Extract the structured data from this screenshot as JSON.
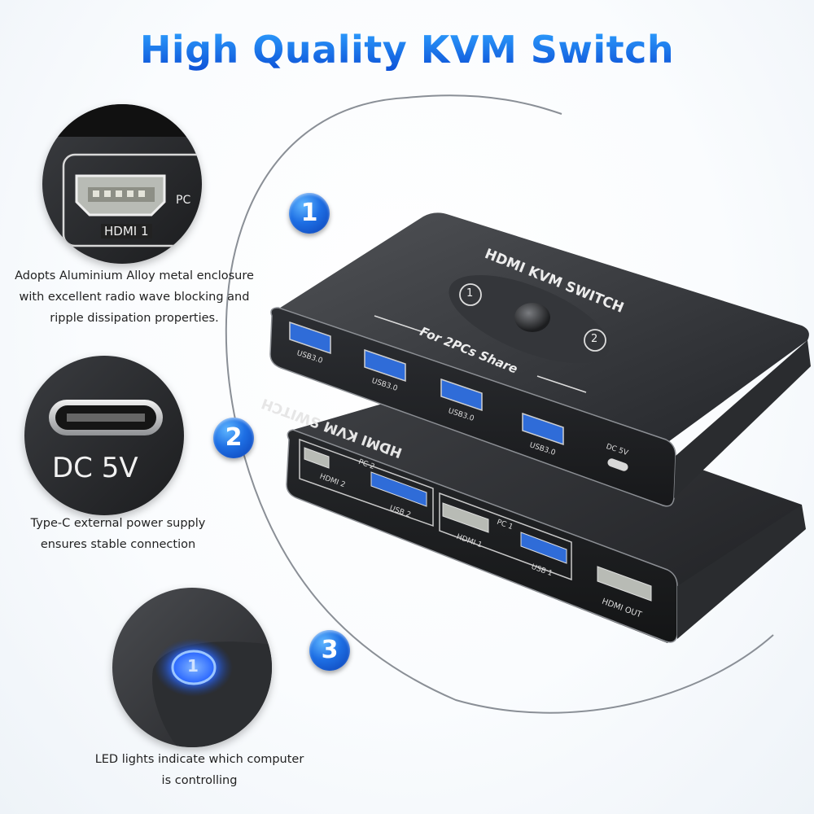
{
  "title": "High Quality KVM Switch",
  "features": [
    {
      "number": "1",
      "caption_lines": [
        "Adopts Aluminium Alloy metal enclosure",
        "with excellent radio wave blocking and",
        "ripple dissipation properties."
      ]
    },
    {
      "number": "2",
      "caption_lines": [
        "Type-C external power supply",
        "ensures stable connection"
      ]
    },
    {
      "number": "3",
      "caption_lines": [
        "LED lights indicate which computer",
        "is controlling"
      ]
    }
  ],
  "closeups": {
    "hdmi": {
      "port_label": "HDMI 1",
      "pc_label": "PC"
    },
    "power": {
      "label": "DC 5V"
    },
    "led": {
      "indicator": "1"
    }
  },
  "device_top": {
    "brand_text": "HDMI KVM SWITCH",
    "subtitle": "For 2PCs Share",
    "button_labels": [
      "1",
      "2"
    ],
    "usb_ports": [
      "USB3.0",
      "USB3.0",
      "USB3.0",
      "USB3.0"
    ],
    "power_label": "DC 5V"
  },
  "device_bottom": {
    "brand_text": "HDMI KVM SWITCH",
    "groups": [
      {
        "pc": "PC 2",
        "hdmi": "HDMI 2",
        "usb": "USB 2"
      },
      {
        "pc": "PC 1",
        "hdmi": "HDMI 1",
        "usb": "USB 1"
      }
    ],
    "output_label": "HDMI OUT"
  },
  "colors": {
    "accent": "#1a6ae8",
    "device": "#2b2d30",
    "led": "#2f7bff"
  }
}
